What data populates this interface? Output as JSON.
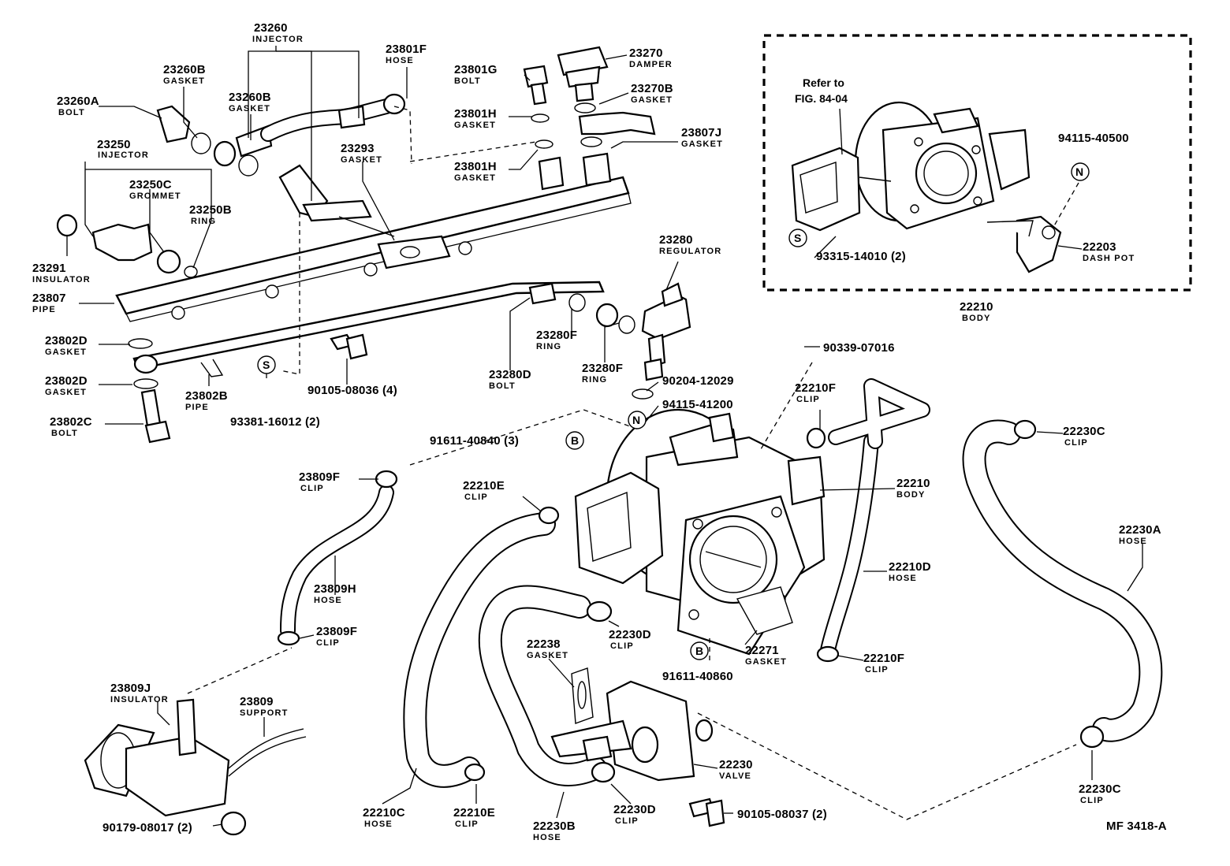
{
  "drawing_code": "MF 3418-A",
  "reference_note": {
    "line1": "Refer to",
    "line2": "FIG. 84-04"
  },
  "symbols": {
    "s": "S",
    "n": "N",
    "b": "B"
  },
  "parts": [
    {
      "id": "p23260",
      "number": "23260",
      "name": "INJECTOR"
    },
    {
      "id": "p23260B1",
      "number": "23260B",
      "name": "GASKET"
    },
    {
      "id": "p23260B2",
      "number": "23260B",
      "name": "GASKET"
    },
    {
      "id": "p23260A",
      "number": "23260A",
      "name": "BOLT"
    },
    {
      "id": "p23801F",
      "number": "23801F",
      "name": "HOSE"
    },
    {
      "id": "p23801G",
      "number": "23801G",
      "name": "BOLT"
    },
    {
      "id": "p23270",
      "number": "23270",
      "name": "DAMPER"
    },
    {
      "id": "p23270B",
      "number": "23270B",
      "name": "GASKET"
    },
    {
      "id": "p23801H1",
      "number": "23801H",
      "name": "GASKET"
    },
    {
      "id": "p23801H2",
      "number": "23801H",
      "name": "GASKET"
    },
    {
      "id": "p23807J",
      "number": "23807J",
      "name": "GASKET"
    },
    {
      "id": "p23250",
      "number": "23250",
      "name": "INJECTOR"
    },
    {
      "id": "p23250C",
      "number": "23250C",
      "name": "GROMMET"
    },
    {
      "id": "p23250B",
      "number": "23250B",
      "name": "RING"
    },
    {
      "id": "p23293",
      "number": "23293",
      "name": "GASKET"
    },
    {
      "id": "p23291",
      "number": "23291",
      "name": "INSULATOR"
    },
    {
      "id": "p23807",
      "number": "23807",
      "name": "PIPE"
    },
    {
      "id": "p23280",
      "number": "23280",
      "name": "REGULATOR"
    },
    {
      "id": "p23802D1",
      "number": "23802D",
      "name": "GASKET"
    },
    {
      "id": "p23802D2",
      "number": "23802D",
      "name": "GASKET"
    },
    {
      "id": "p23802C",
      "number": "23802C",
      "name": "BOLT"
    },
    {
      "id": "p23802B",
      "number": "23802B",
      "name": "PIPE"
    },
    {
      "id": "p90105a",
      "number": "90105-08036 (4)",
      "name": ""
    },
    {
      "id": "p93381",
      "number": "93381-16012 (2)",
      "name": ""
    },
    {
      "id": "p23280F1",
      "number": "23280F",
      "name": "RING"
    },
    {
      "id": "p23280F2",
      "number": "23280F",
      "name": "RING"
    },
    {
      "id": "p23280D",
      "number": "23280D",
      "name": "BOLT"
    },
    {
      "id": "p90204",
      "number": "90204-12029",
      "name": ""
    },
    {
      "id": "p94115b",
      "number": "94115-41200",
      "name": ""
    },
    {
      "id": "p90339",
      "number": "90339-07016",
      "name": ""
    },
    {
      "id": "p94115a",
      "number": "94115-40500",
      "name": ""
    },
    {
      "id": "p93315",
      "number": "93315-14010 (2)",
      "name": ""
    },
    {
      "id": "p22203",
      "number": "22203",
      "name": "DASH POT"
    },
    {
      "id": "p22210a",
      "number": "22210",
      "name": "BODY"
    },
    {
      "id": "p22210F1",
      "number": "22210F",
      "name": "CLIP"
    },
    {
      "id": "p91611a",
      "number": "91611-40840 (3)",
      "name": ""
    },
    {
      "id": "p23809F1",
      "number": "23809F",
      "name": "CLIP"
    },
    {
      "id": "p22210E1",
      "number": "22210E",
      "name": "CLIP"
    },
    {
      "id": "p22210b",
      "number": "22210",
      "name": "BODY"
    },
    {
      "id": "p22230C1",
      "number": "22230C",
      "name": "CLIP"
    },
    {
      "id": "p22230A",
      "number": "22230A",
      "name": "HOSE"
    },
    {
      "id": "p23809H",
      "number": "23809H",
      "name": "HOSE"
    },
    {
      "id": "p22210D",
      "number": "22210D",
      "name": "HOSE"
    },
    {
      "id": "p23809F2",
      "number": "23809F",
      "name": "CLIP"
    },
    {
      "id": "p22230D1",
      "number": "22230D",
      "name": "CLIP"
    },
    {
      "id": "p22238",
      "number": "22238",
      "name": "GASKET"
    },
    {
      "id": "p22271",
      "number": "22271",
      "name": "GASKET"
    },
    {
      "id": "p22210F2",
      "number": "22210F",
      "name": "CLIP"
    },
    {
      "id": "p91611b",
      "number": "91611-40860",
      "name": ""
    },
    {
      "id": "p23809J",
      "number": "23809J",
      "name": "INSULATOR"
    },
    {
      "id": "p23809",
      "number": "23809",
      "name": "SUPPORT"
    },
    {
      "id": "p22230",
      "number": "22230",
      "name": "VALVE"
    },
    {
      "id": "p22230C2",
      "number": "22230C",
      "name": "CLIP"
    },
    {
      "id": "p22210C",
      "number": "22210C",
      "name": "HOSE"
    },
    {
      "id": "p22210E2",
      "number": "22210E",
      "name": "CLIP"
    },
    {
      "id": "p22230B",
      "number": "22230B",
      "name": "HOSE"
    },
    {
      "id": "p22230D2",
      "number": "22230D",
      "name": "CLIP"
    },
    {
      "id": "p90105b",
      "number": "90105-08037 (2)",
      "name": ""
    },
    {
      "id": "p90179",
      "number": "90179-08017 (2)",
      "name": ""
    }
  ]
}
